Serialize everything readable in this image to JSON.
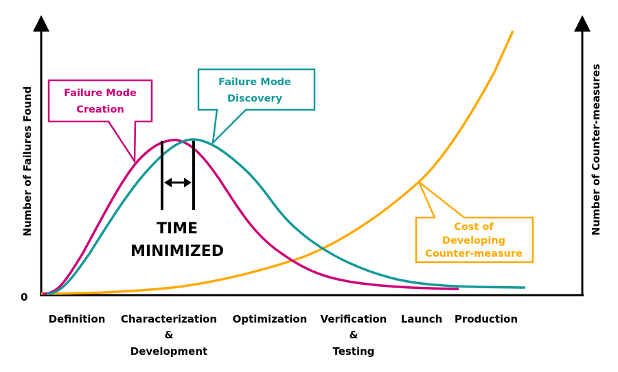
{
  "axes": {
    "y_left_label": "Number of Failures Found",
    "y_right_label": "Number of Counter-measures",
    "origin_label": "0"
  },
  "phases": [
    {
      "lines": [
        "Definition"
      ]
    },
    {
      "lines": [
        "Characterization",
        "&",
        "Development"
      ]
    },
    {
      "lines": [
        "Optimization"
      ]
    },
    {
      "lines": [
        "Verification",
        "&",
        "Testing"
      ]
    },
    {
      "lines": [
        "Launch"
      ]
    },
    {
      "lines": [
        "Production"
      ]
    }
  ],
  "callouts": {
    "creation": {
      "lines": [
        "Failure Mode",
        "Creation"
      ],
      "color": "#cc0077"
    },
    "discovery": {
      "lines": [
        "Failure Mode",
        "Discovery"
      ],
      "color": "#13999a"
    },
    "cost": {
      "lines": [
        "Cost of",
        "Developing",
        "Counter-measure"
      ],
      "color": "#ffaa00"
    }
  },
  "annotation": {
    "lines": [
      "TIME",
      "MINIMIZED"
    ]
  }
}
